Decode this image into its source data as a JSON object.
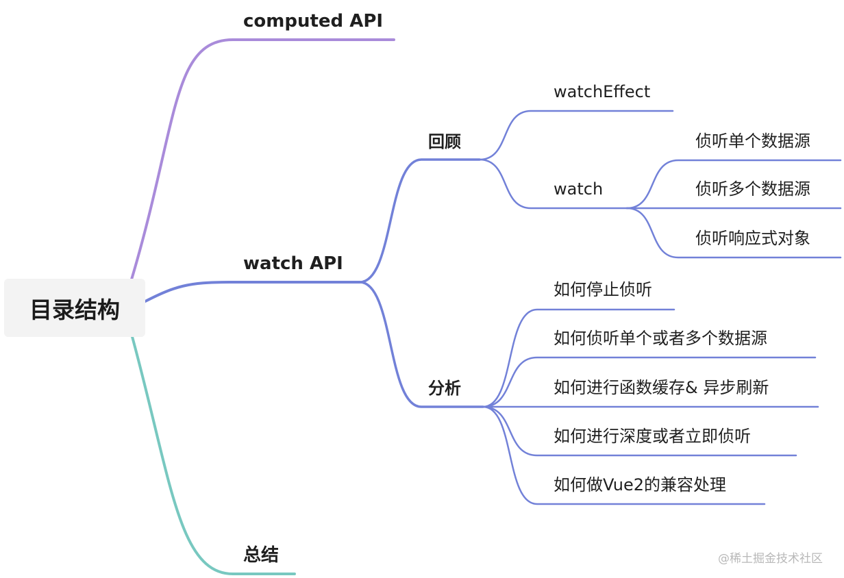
{
  "root": {
    "label": "目录结构"
  },
  "colors": {
    "computed": "#A98BDA",
    "watch": "#7281D8",
    "summary": "#78C8C0",
    "root_bg": "#F3F3F3"
  },
  "branches": {
    "computed": {
      "label": "computed API"
    },
    "watch": {
      "label": "watch API",
      "review": {
        "label": "回顾",
        "watchEffect": "watchEffect",
        "watch": {
          "label": "watch",
          "children": [
            "侦听单个数据源",
            "侦听多个数据源",
            "侦听响应式对象"
          ]
        }
      },
      "analysis": {
        "label": "分析",
        "children": [
          "如何停止侦听",
          "如何侦听单个或者多个数据源",
          "如何进行函数缓存& 异步刷新",
          "如何进行深度或者立即侦听",
          "如何做Vue2的兼容处理"
        ]
      }
    },
    "summary": {
      "label": "总结"
    }
  },
  "watermark": "@稀土掘金技术社区"
}
